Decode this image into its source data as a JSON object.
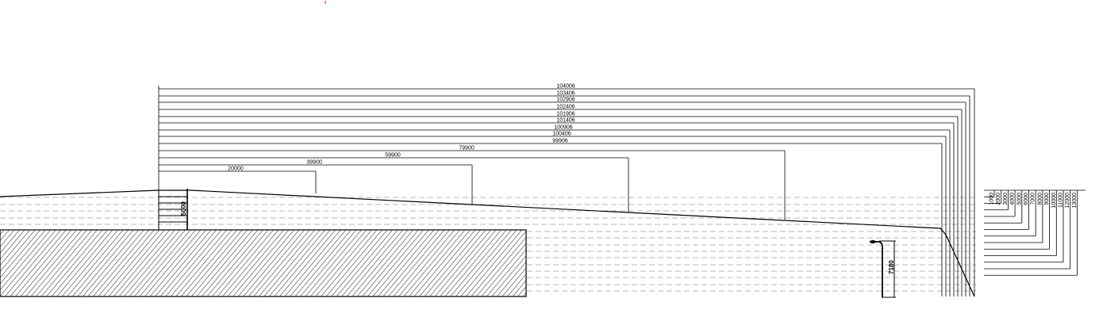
{
  "top_dimensions": [
    "104006",
    "103406",
    "102906",
    "102406",
    "101906",
    "101406",
    "100906",
    "100406",
    "99906"
  ],
  "station_dimensions": [
    "79900",
    "59900",
    "39900",
    "20000"
  ],
  "marker_height_label": "5000",
  "pole_height_label": "7180",
  "depth_dimensions": [
    "1000",
    "2000",
    "3000",
    "4000",
    "5000",
    "6000",
    "7000",
    "8000",
    "9000",
    "10000",
    "11000",
    "12000",
    "13000"
  ],
  "colors": {
    "line": "#000000",
    "dash": "#9a9a9a",
    "accent": "#ff0000"
  }
}
